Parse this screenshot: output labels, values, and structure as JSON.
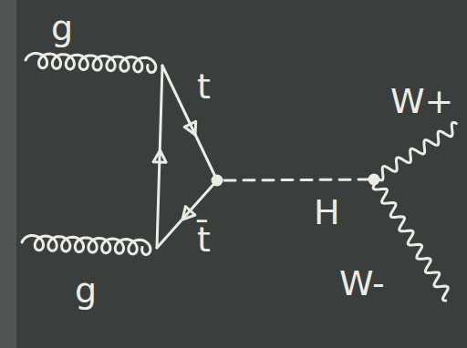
{
  "diagram": {
    "labels": [
      "g",
      "t",
      "W+",
      "H",
      "t̄",
      "W-",
      "g"
    ]
  }
}
